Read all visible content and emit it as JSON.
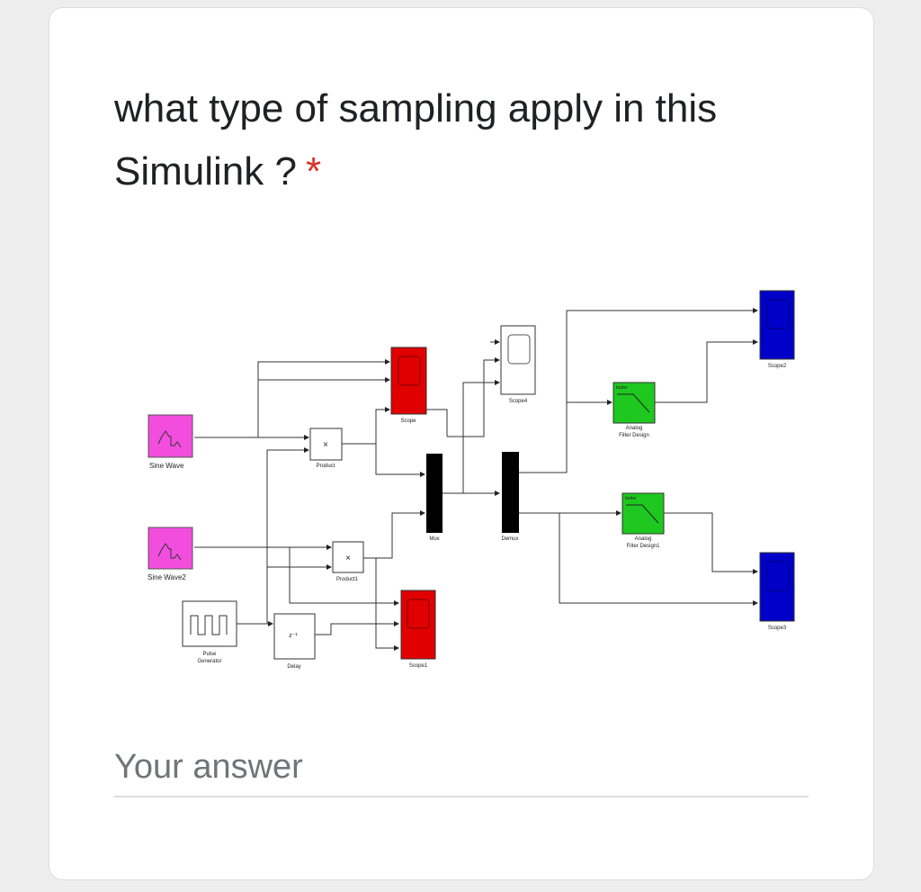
{
  "question": {
    "text": "what type of sampling apply in this Simulink ?",
    "required_marker": "*"
  },
  "diagram": {
    "blocks": {
      "sine_wave": "Sine Wave",
      "sine_wave2": "Sine Wave2",
      "pulse_generator_line1": "Pulse",
      "pulse_generator_line2": "Generator",
      "product": "Product",
      "product1": "Product1",
      "product_symbol": "×",
      "delay": "Delay",
      "delay_symbol": "z⁻¹",
      "scope": "Scope",
      "scope1": "Scope1",
      "scope2": "Scope2",
      "scope3": "Scope3",
      "scope4": "Scope4",
      "mux": "Mux",
      "demux": "Demux",
      "filter_line1": "Analog",
      "filter_line2": "Filter Design",
      "filter1_line2": "Filter Design1",
      "butter": "butter"
    },
    "colors": {
      "sine": "#f24ddd",
      "scope_red": "#e00000",
      "scope_blue": "#0000c8",
      "filter_green": "#1ec81e",
      "mux_black": "#000000"
    }
  },
  "answer": {
    "placeholder": "Your answer",
    "value": ""
  }
}
